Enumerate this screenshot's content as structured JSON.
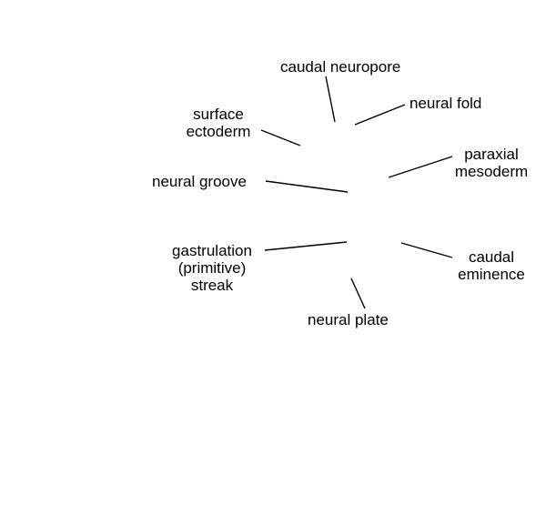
{
  "diagram": {
    "labels": {
      "caudal_neuropore": "caudal neuropore",
      "neural_fold": "neural fold",
      "surface_ectoderm_1": "surface",
      "surface_ectoderm_2": "ectoderm",
      "paraxial_mesoderm_1": "paraxial",
      "paraxial_mesoderm_2": "mesoderm",
      "neural_groove": "neural groove",
      "gastrulation_streak_1": "gastrulation",
      "gastrulation_streak_2": "(primitive)",
      "gastrulation_streak_3": "streak",
      "caudal_eminence_1": "caudal",
      "caudal_eminence_2": "eminence",
      "neural_plate": "neural plate"
    },
    "line_color": "#000000",
    "text_color": "#000000"
  }
}
